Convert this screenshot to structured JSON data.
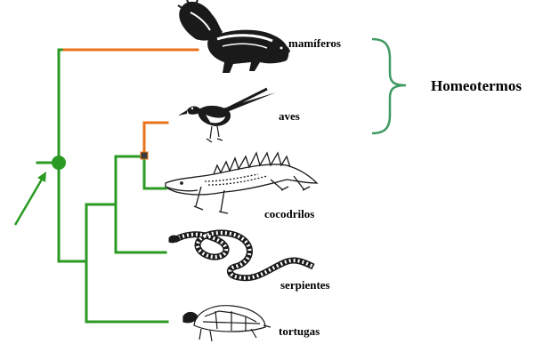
{
  "taxa": {
    "mamiferos": "mamíferos",
    "aves": "aves",
    "cocodrilos": "cocodrilos",
    "serpientes": "serpientes",
    "tortugas": "tortugas"
  },
  "group_label": "Homeotermos",
  "icons": {
    "mamiferos": "skunk-icon",
    "aves": "magpie-icon",
    "cocodrilos": "crocodile-icon",
    "serpientes": "snake-icon",
    "tortugas": "turtle-icon"
  },
  "colors": {
    "ectotherm_branch": "#2a9a23",
    "endotherm_branch": "#e8731c",
    "bracket": "#3f9a62",
    "node": "#2a9a23",
    "origin_marker": "#3b3b3b",
    "drawing": "#1a1a1a"
  }
}
